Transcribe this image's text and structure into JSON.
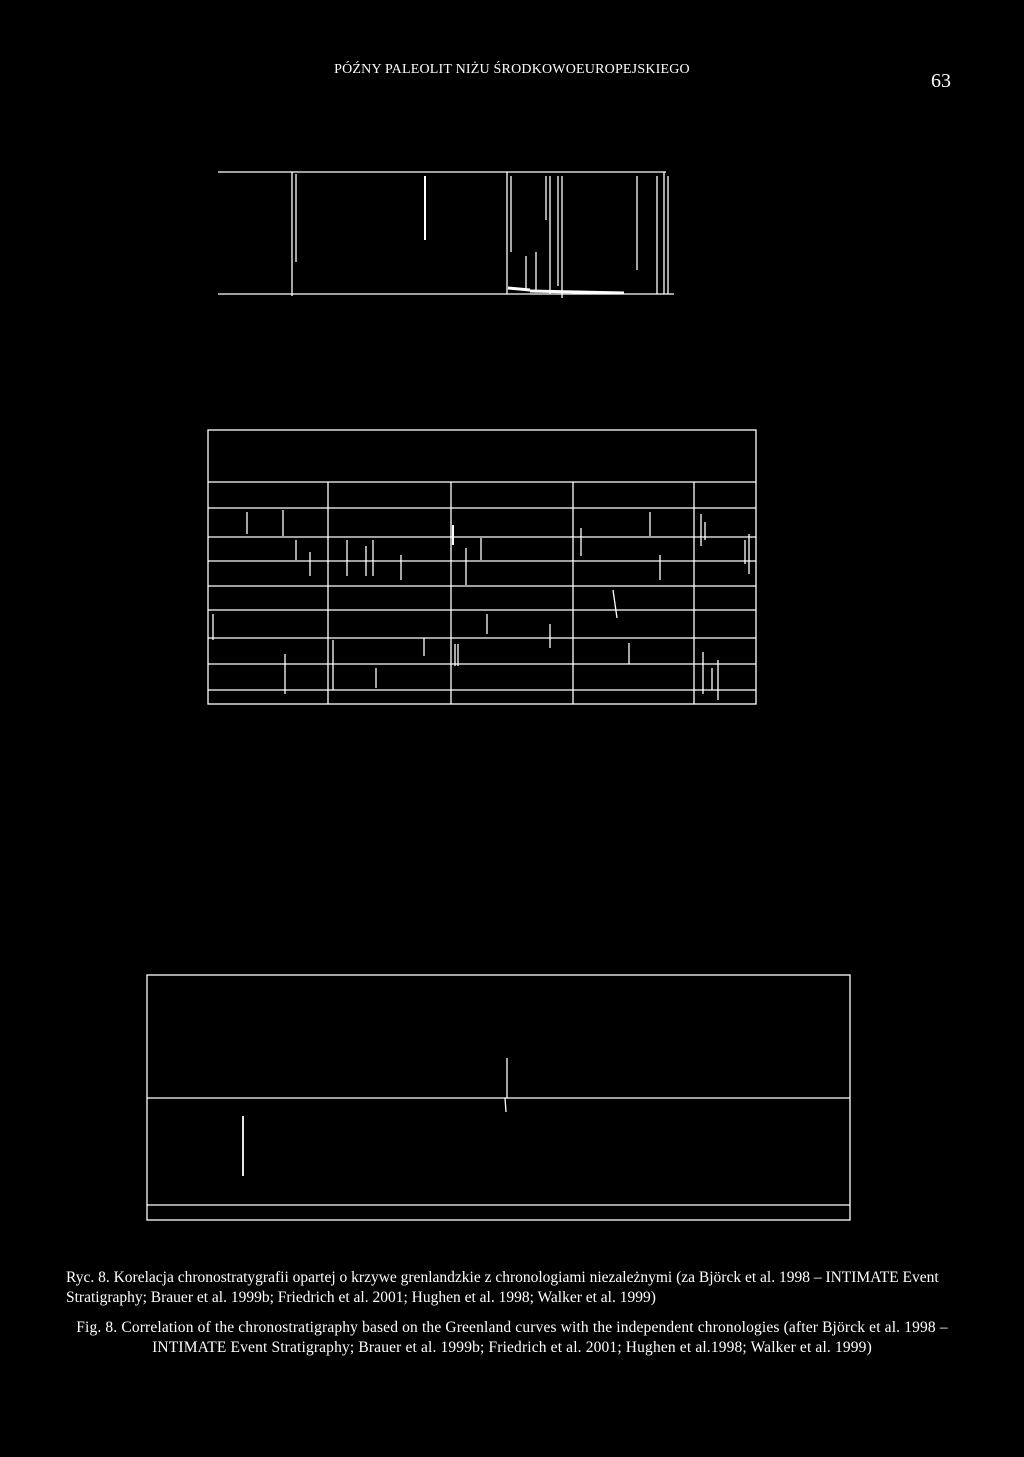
{
  "header": {
    "running_head": "PÓŹNY PALEOLIT NIŻU ŚRODKOWOEUROPEJSKIEGO",
    "page_number": "63"
  },
  "figure": {
    "panels": [
      {
        "name": "top-panel"
      },
      {
        "name": "middle-panel"
      },
      {
        "name": "bottom-panel"
      }
    ]
  },
  "caption": {
    "polish": "Ryc. 8. Korelacja chronostratygrafii opartej o krzywe grenlandzkie z chronologiami niezależnymi (za Björck et al. 1998 – INTIMATE Event Stratigraphy; Brauer et al. 1999b; Friedrich et al. 2001; Hughen et al. 1998; Walker et al. 1999)",
    "english": "Fig. 8. Correlation of the chronostratigraphy based on the Greenland curves with the independent chronologies (after Björck et al. 1998 – INTIMATE Event Stratigraphy; Brauer et al. 1999b; Friedrich et al. 2001; Hughen et al.1998; Walker et al. 1999)"
  }
}
